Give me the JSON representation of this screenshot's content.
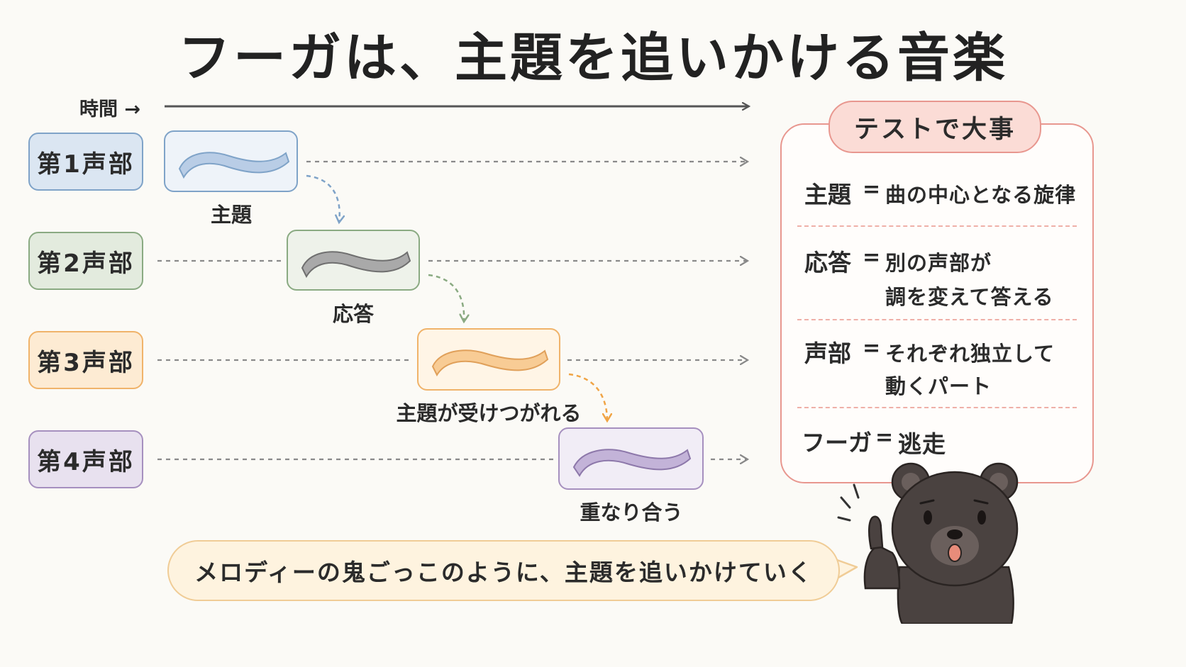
{
  "title": "フーガは、主題を追いかける音楽",
  "time_label": "時間 →",
  "voices": [
    {
      "label": "第1声部",
      "caption": "主題",
      "color": "#7fa3c8",
      "fill": "#dbe6f2",
      "motif_fill": "#b9cde6"
    },
    {
      "label": "第2声部",
      "caption": "応答",
      "color": "#8aaa82",
      "fill": "#e3ebde",
      "motif_fill": "#a9a9a9"
    },
    {
      "label": "第3声部",
      "caption": "主題が受けつがれる",
      "color": "#f0b36a",
      "fill": "#fdebd3",
      "motif_fill": "#f8cc95"
    },
    {
      "label": "第4声部",
      "caption": "重なり合う",
      "color": "#a690bf",
      "fill": "#e8e1ef",
      "motif_fill": "#c3b3d8"
    }
  ],
  "test_card": {
    "header": "テストで大事",
    "items": [
      {
        "term": "主題",
        "eq": "=",
        "def_lines": [
          "曲の中心となる旋律"
        ]
      },
      {
        "term": "応答",
        "eq": "=",
        "def_lines": [
          "別の声部が",
          "調を変えて答える"
        ]
      },
      {
        "term": "声部",
        "eq": "=",
        "def_lines": [
          "それぞれ独立して",
          "動くパート"
        ]
      },
      {
        "term": "フーガ",
        "eq": "=",
        "def_lines": [
          "逃走"
        ]
      }
    ]
  },
  "speech": "メロディーの鬼ごっこのように、主題を追いかけていく",
  "icons": {
    "mascot": "bear-pointing-icon"
  }
}
